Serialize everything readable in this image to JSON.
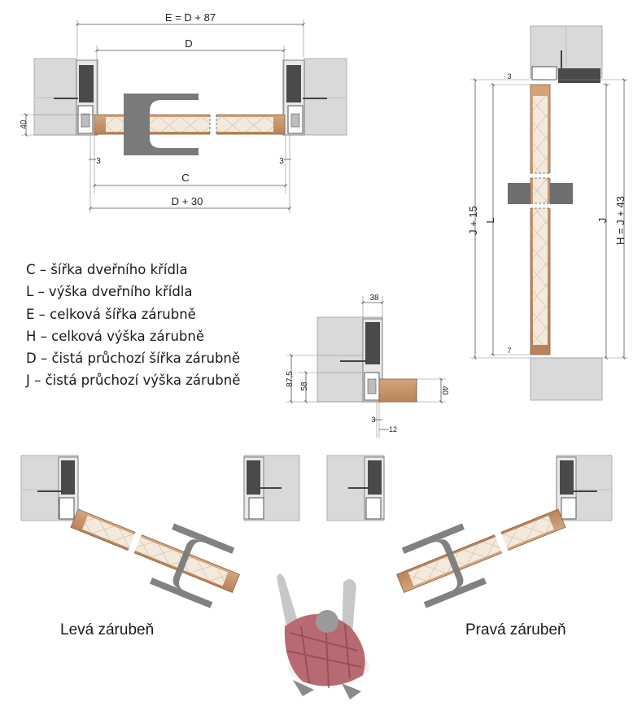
{
  "dimensions": {
    "e_label": "E = D + 87",
    "d_label": "D",
    "c_label": "C",
    "d30_label": "D + 30",
    "h40_label": "40",
    "gap3_left": "3",
    "gap3_right": "3",
    "j15_label": "J + 15",
    "l_label": "L",
    "j_label": "J",
    "h_label": "H = J + 43",
    "top3_label": "3",
    "bottom7_label": "7",
    "detail_38": "38",
    "detail_875": "87,5",
    "detail_58": "58",
    "detail_40": "40",
    "detail_3": "3",
    "detail_12": "12"
  },
  "legend": [
    "C – šířka dveřního křídla",
    "L – výška dveřního křídla",
    "E – celková šířka zárubně",
    "H – celková výška zárubně",
    "D – čistá průchozí šířka zárubně",
    "J – čistá průchozí výška zárubně"
  ],
  "captions": {
    "left": "Levá zárubeň",
    "right": "Pravá zárubeň"
  },
  "colors": {
    "wall": "#d9d9d9",
    "wall_edge": "#9a9a9a",
    "frame": "#5c5c5c",
    "wood": "#c9946a",
    "core": "#f1e6d8",
    "handle": "#737373",
    "shirt": "#b86a72"
  }
}
